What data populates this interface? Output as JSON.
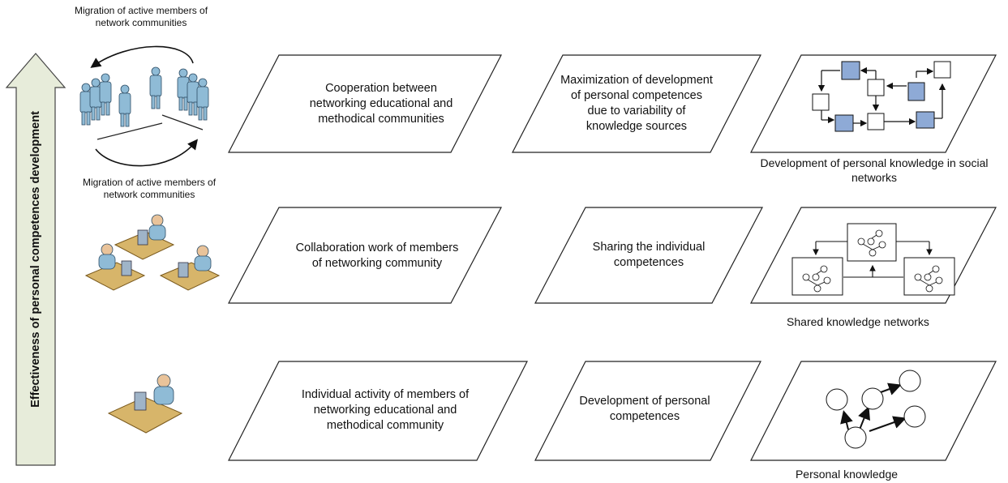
{
  "axis_label": "Effectiveness of personal competences development",
  "migration_label_top": "Migration of active members of network communities",
  "migration_label_bottom": "Migration of active members of network communities",
  "rows": [
    {
      "activity": "Cooperation between networking educational and methodical communities",
      "result": "Maximization of development of personal competences due to variability of knowledge sources",
      "knowledge_caption": "Development of personal knowledge in social networks"
    },
    {
      "activity": "Collaboration work of members of networking community",
      "result": "Sharing the individual competences",
      "knowledge_caption": "Shared knowledge networks"
    },
    {
      "activity": "Individual activity of members of networking educational and methodical community",
      "result": "Development of personal competences",
      "knowledge_caption": "Personal knowledge"
    }
  ],
  "colors": {
    "arrow_fill": "#e7ecda",
    "node_blue": "#8eaad6",
    "person_blue": "#8fbbd6",
    "desk": "#d7b56a"
  }
}
